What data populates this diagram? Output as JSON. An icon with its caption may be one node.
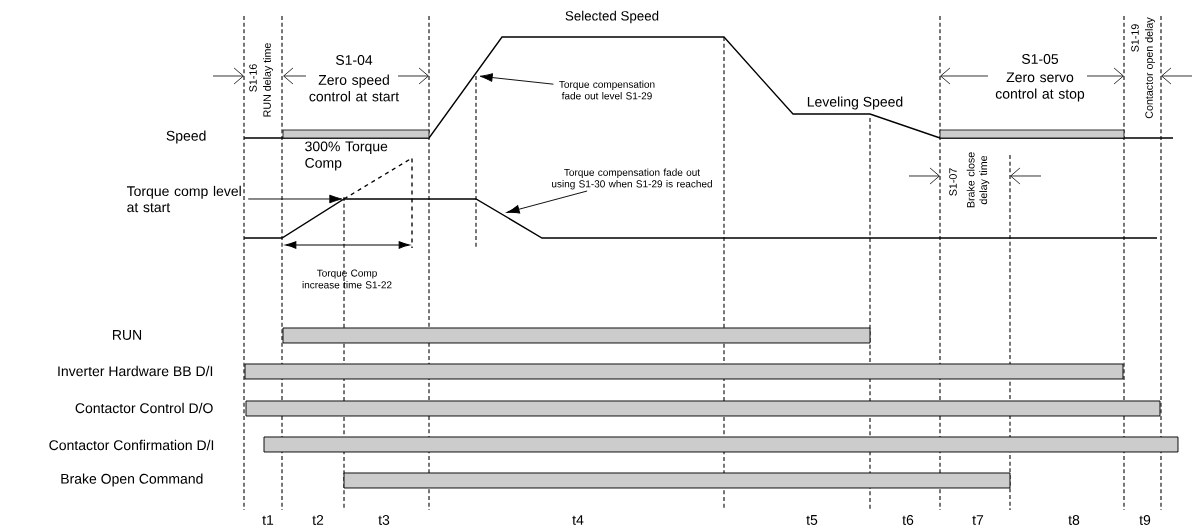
{
  "diagram": {
    "nodes": [
      {
        "text": [
          "Torque comp level at start"
        ]
      },
      {
        "text": [
          "Torque compensation fade out level S1-29"
        ]
      },
      {
        "text": [
          "Torque compensation fade out using S1-30 when S1-29 is reached"
        ]
      }
    ],
    "edges": [
      {
        "from": 0,
        "to": null,
        "arrow": "to"
      },
      {
        "from": 1,
        "to": null,
        "arrow": "to"
      },
      {
        "from": 2,
        "to": null,
        "arrow": "to"
      }
    ],
    "labels": [
      "Selected Speed",
      "S1-16",
      "RUN delay time",
      "S1-04",
      "Zero speed control at start",
      "S1-19",
      "Contactor open delay",
      "S1-05",
      "Zero servo control at stop",
      "Leveling Speed",
      "Speed",
      "300% Torque Comp",
      "S1-07",
      "Brake close delay time",
      "Torque Comp increase time S1-22",
      "RUN",
      "Inverter Hardware BB D/I",
      "Contactor Control D/O",
      "Contactor Confirmation D/I",
      "Brake Open Command",
      "t1",
      "t2",
      "t3",
      "t4",
      "t5",
      "t6",
      "t7",
      "t8",
      "t9"
    ]
  }
}
